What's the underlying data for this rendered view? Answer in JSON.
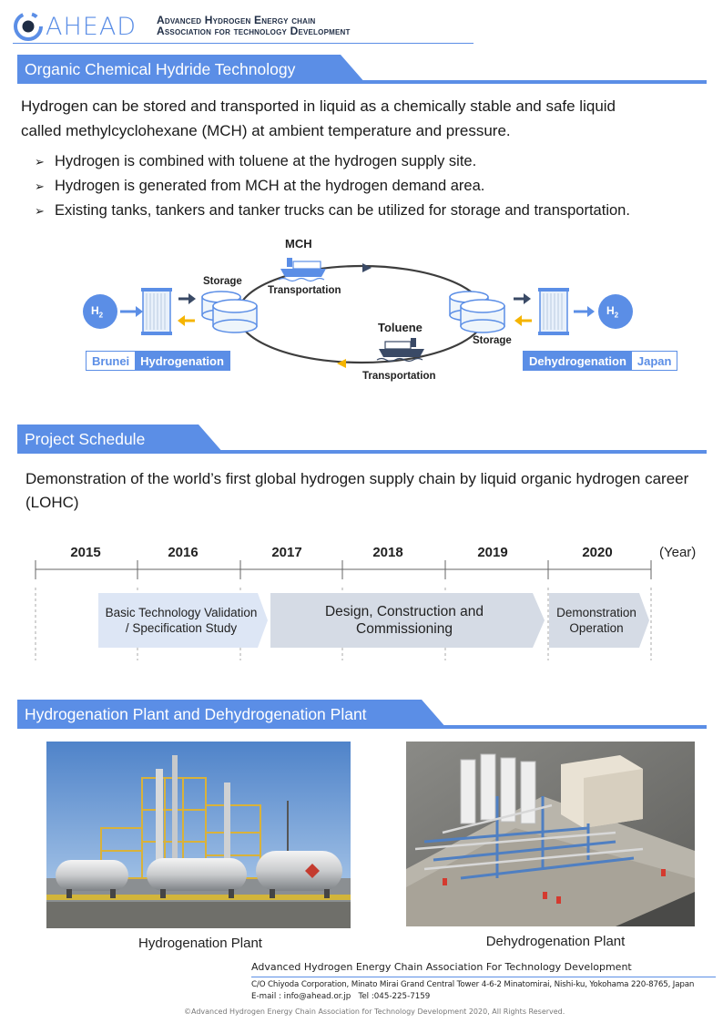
{
  "header": {
    "logo_word": "AHEAD",
    "org_line1": "Advanced Hydrogen Energy chain",
    "org_line2": "Association for technology Development"
  },
  "sections": {
    "s1_title": "Organic Chemical Hydride Technology",
    "s2_title": "Project Schedule",
    "s3_title": "Hydrogenation Plant and Dehydrogenation Plant"
  },
  "intro": {
    "line1": "Hydrogen can be stored and transported in liquid as a chemically stable and safe liquid",
    "line2": "called methylcyclohexane (MCH) at ambient temperature and pressure.",
    "bullets": [
      "Hydrogen is combined with toluene at the hydrogen supply site.",
      "Hydrogen is generated from MCH at the hydrogen demand area.",
      "Existing tanks, tankers and tanker trucks can be utilized for storage and transportation."
    ]
  },
  "diagram": {
    "mch": "MCH",
    "toluene": "Toluene",
    "transport_top": "Transportation",
    "transport_bottom": "Transportation",
    "storage_left": "Storage",
    "storage_right": "Storage",
    "h2_left": "H",
    "h2_right": "H",
    "h2_sub": "2",
    "left_country": "Brunei",
    "left_process": "Hydrogenation",
    "right_process": "Dehydrogenation",
    "right_country": "Japan"
  },
  "schedule": {
    "description": "Demonstration of the world’s first global hydrogen supply chain by liquid organic hydrogen career (LOHC)",
    "years": [
      "2015",
      "2016",
      "2017",
      "2018",
      "2019",
      "2020"
    ],
    "year_unit": "(Year)",
    "phases": [
      {
        "line1": "Basic Technology Validation",
        "line2": "/ Specification Study"
      },
      {
        "line1": "Design, Construction and",
        "line2": "Commissioning"
      },
      {
        "line1": "Demonstration",
        "line2": "Operation"
      }
    ]
  },
  "plants": {
    "caption_left": "Hydrogenation Plant",
    "caption_right": "Dehydrogenation Plant"
  },
  "footer": {
    "org": "Advanced Hydrogen Energy Chain Association For Technology Development",
    "address": "C/O Chiyoda Corporation, Minato Mirai Grand Central Tower 4-6-2 Minatomirai, Nishi-ku, Yokohama 220-8765, Japan",
    "contact": "E-mail : info@ahead.or.jp   Tel :045-225-7159",
    "copyright": "©Advanced Hydrogen Energy Chain Association for Technology Development 2020, All Rights Reserved."
  },
  "colors": {
    "accent": "#5b8ee6",
    "dark_arrow": "#3a4a66",
    "yellow_arrow": "#f5b400",
    "chevron_light": "#dde6f5",
    "chevron_gray": "#d5dbe5"
  }
}
